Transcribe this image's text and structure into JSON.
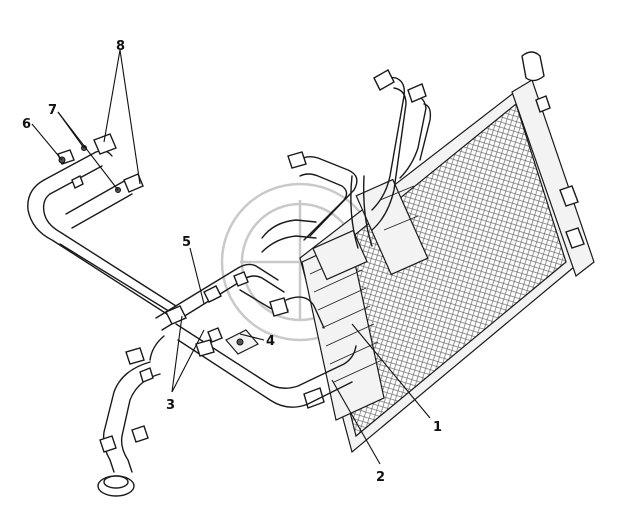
{
  "callouts": [
    {
      "id": "1",
      "label": "1"
    },
    {
      "id": "2",
      "label": "2"
    },
    {
      "id": "3",
      "label": "3"
    },
    {
      "id": "4",
      "label": "4"
    },
    {
      "id": "5",
      "label": "5"
    },
    {
      "id": "6",
      "label": "6"
    },
    {
      "id": "7",
      "label": "7"
    },
    {
      "id": "8",
      "label": "8"
    }
  ],
  "colors": {
    "line": "#1a1a1a",
    "background": "#ffffff",
    "watermark": "#c9c9c9"
  }
}
